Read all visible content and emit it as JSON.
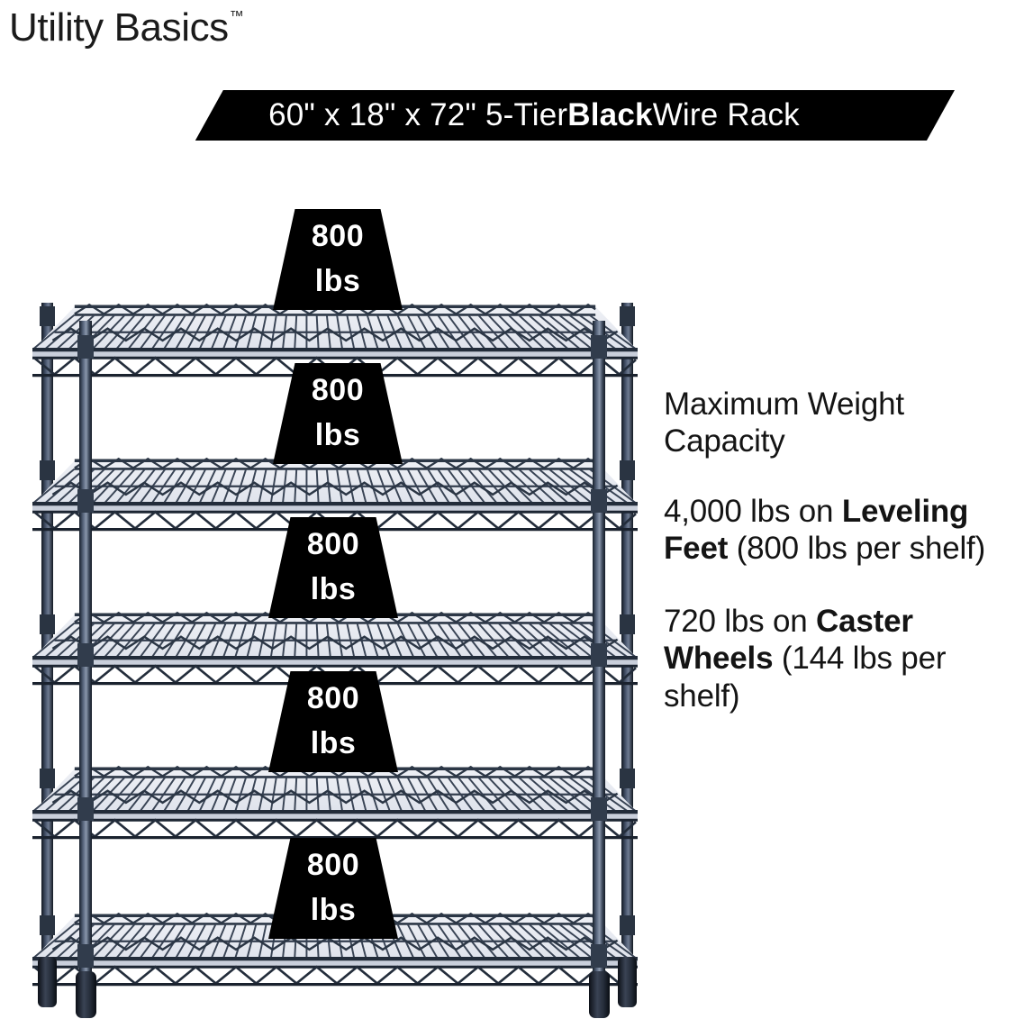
{
  "brand": {
    "name": "Utility Basics",
    "trademark": "™"
  },
  "banner": {
    "text_before_bold": "60\" x 18\" x 72\" 5-Tier ",
    "bold_word": "Black",
    "text_after_bold": " Wire Rack",
    "full_text": "60\" x 18\" x 72\" 5-Tier Black Wire Rack",
    "background_color": "#000000",
    "text_color": "#ffffff"
  },
  "info": {
    "heading": "Maximum Weight Capacity",
    "paragraph_1": {
      "lead": "4,000 lbs on ",
      "bold": "Leveling Feet",
      "tail": " (800 lbs per shelf)"
    },
    "paragraph_2": {
      "lead": "720 lbs on ",
      "bold": "Caster Wheels",
      "tail": " (144 lbs per shelf)"
    }
  },
  "product": {
    "tiers": 5,
    "width_in": "60\"",
    "depth_in": "18\"",
    "height_in": "72\"",
    "color_name": "Black",
    "wire_color": "#2f3a4a",
    "wire_color_light": "#6e7a8c"
  },
  "weight_badges": [
    {
      "number": "800",
      "unit": "lbs",
      "shelf": 1
    },
    {
      "number": "800",
      "unit": "lbs",
      "shelf": 2
    },
    {
      "number": "800",
      "unit": "lbs",
      "shelf": 3
    },
    {
      "number": "800",
      "unit": "lbs",
      "shelf": 4
    },
    {
      "number": "800",
      "unit": "lbs",
      "shelf": 5
    }
  ]
}
